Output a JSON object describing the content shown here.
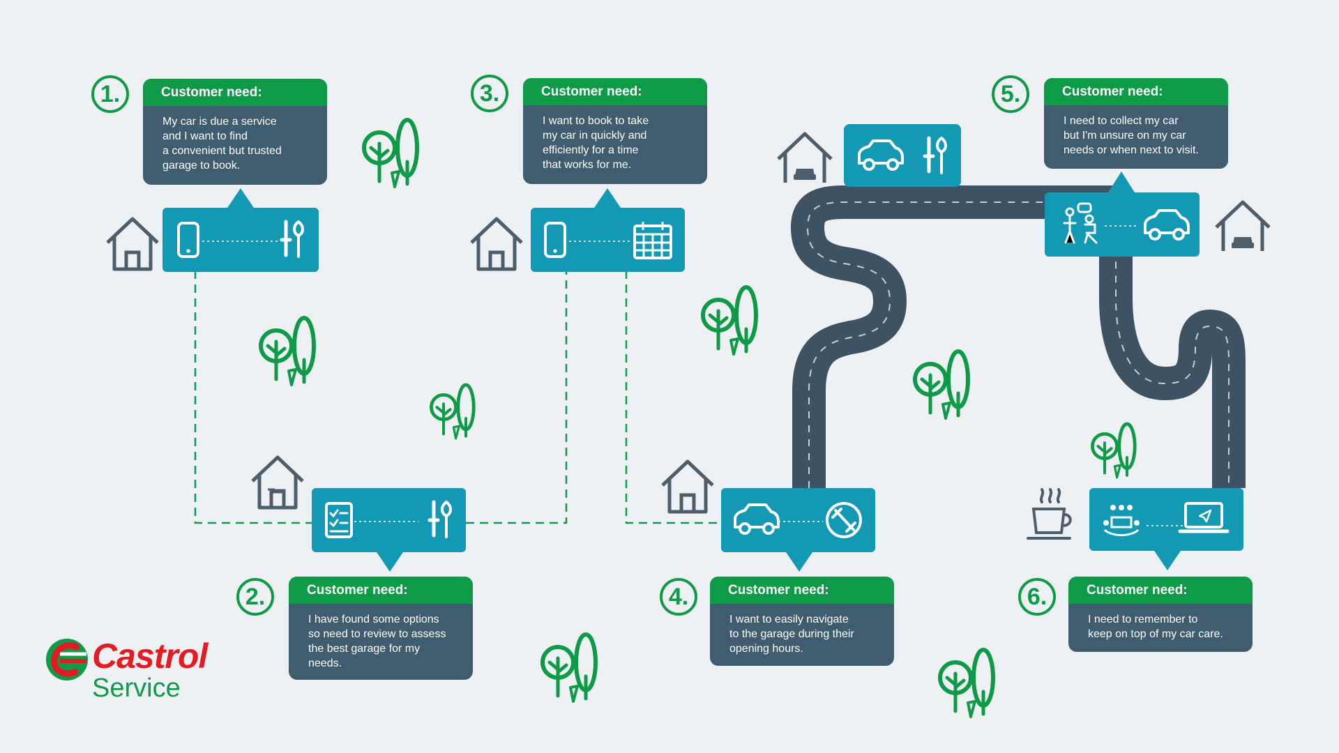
{
  "colors": {
    "background": "#eef1f3",
    "green": "#0f9a48",
    "teal": "#1499b4",
    "slate": "#3f5d6f",
    "road": "#3d5263",
    "icon_gray": "#4d5e6a",
    "brand_red": "#e31b23"
  },
  "steps": [
    {
      "number": "1.",
      "title": "Customer need:",
      "lines": [
        "My car is due a service",
        "and I want to find",
        "a convenient but trusted",
        "garage to book."
      ],
      "icons": [
        "phone-icon",
        "tools-icon"
      ]
    },
    {
      "number": "2.",
      "title": "Customer need:",
      "lines": [
        "I have found some options",
        "so need to review to assess",
        "the best garage for my",
        "needs."
      ],
      "icons": [
        "checklist-icon",
        "tools-icon"
      ]
    },
    {
      "number": "3.",
      "title": "Customer need:",
      "lines": [
        "I want to book to take",
        "my car in quickly and",
        "efficiently for a time",
        "that works for me."
      ],
      "icons": [
        "phone-icon",
        "calendar-icon"
      ]
    },
    {
      "number": "4.",
      "title": "Customer need:",
      "lines": [
        "I want to easily navigate",
        "to the garage during their",
        "opening hours."
      ],
      "icons": [
        "car-icon",
        "compass-icon"
      ]
    },
    {
      "number": "5.",
      "title": "Customer need:",
      "lines": [
        "I need to collect my car",
        "but I'm unsure on my car",
        "needs or when next to visit."
      ],
      "icons": [
        "people-talking-icon",
        "car-icon"
      ]
    },
    {
      "number": "6.",
      "title": "Customer need:",
      "lines": [
        "I need to remember to",
        "keep on top of my car care."
      ],
      "icons": [
        "meeting-icon",
        "laptop-icon"
      ]
    }
  ],
  "logo": {
    "brand": "Castrol",
    "sub": "Service"
  }
}
